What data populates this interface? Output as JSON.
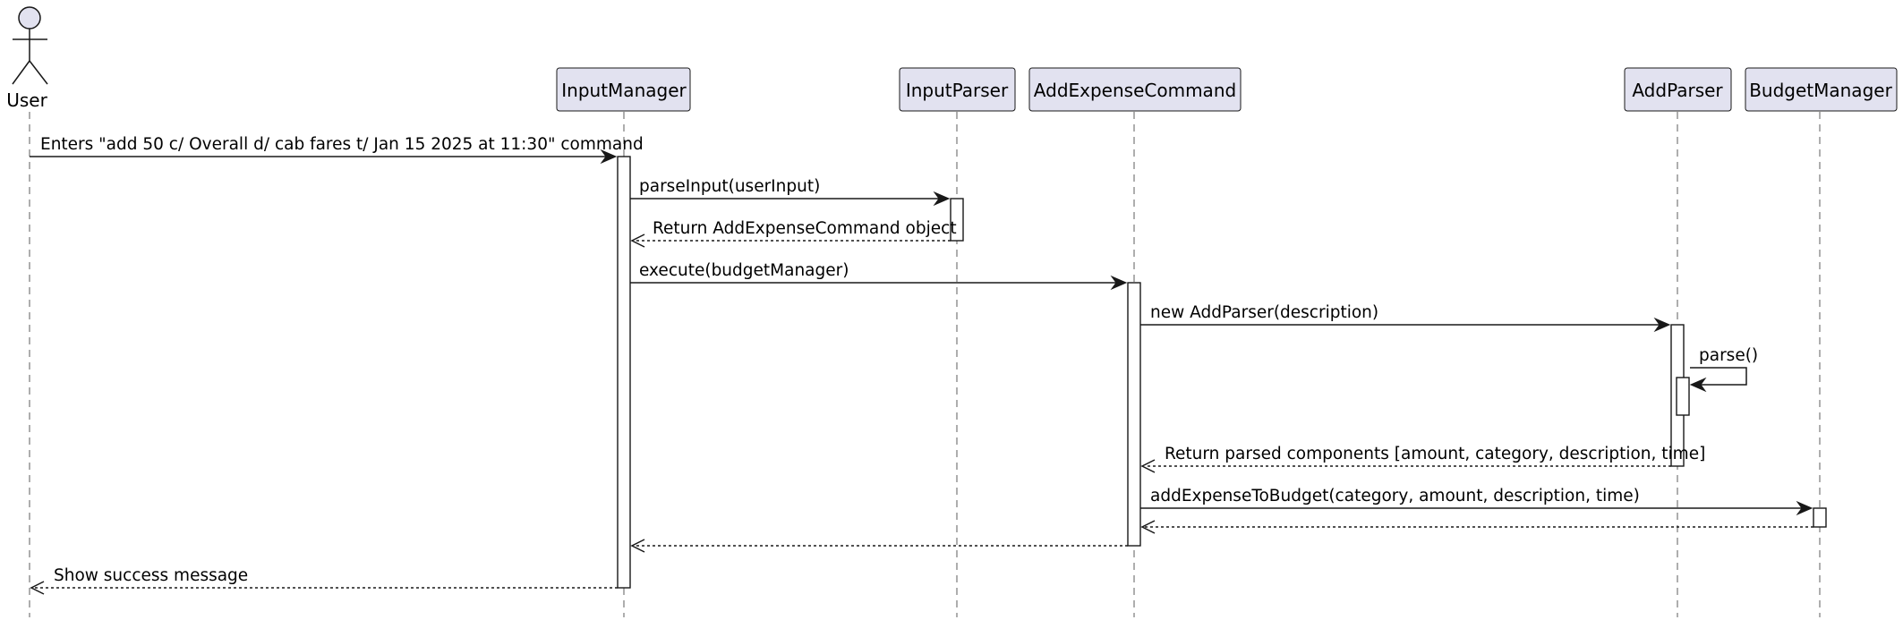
{
  "actor": {
    "label": "User"
  },
  "participants": [
    {
      "label": "InputManager"
    },
    {
      "label": "InputParser"
    },
    {
      "label": "AddExpenseCommand"
    },
    {
      "label": "AddParser"
    },
    {
      "label": "BudgetManager"
    }
  ],
  "messages": [
    {
      "label": "Enters \"add 50 c/ Overall d/ cab fares t/ Jan 15 2025 at 11:30\" command",
      "from": "User",
      "to": "InputManager",
      "kind": "sync"
    },
    {
      "label": "parseInput(userInput)",
      "from": "InputManager",
      "to": "InputParser",
      "kind": "sync"
    },
    {
      "label": "Return AddExpenseCommand object",
      "from": "InputParser",
      "to": "InputManager",
      "kind": "return"
    },
    {
      "label": "execute(budgetManager)",
      "from": "InputManager",
      "to": "AddExpenseCommand",
      "kind": "sync"
    },
    {
      "label": "new AddParser(description)",
      "from": "AddExpenseCommand",
      "to": "AddParser",
      "kind": "sync"
    },
    {
      "label": "parse()",
      "from": "AddParser",
      "to": "AddParser",
      "kind": "self"
    },
    {
      "label": "Return parsed components [amount, category, description, time]",
      "from": "AddParser",
      "to": "AddExpenseCommand",
      "kind": "return"
    },
    {
      "label": "addExpenseToBudget(category, amount, description, time)",
      "from": "AddExpenseCommand",
      "to": "BudgetManager",
      "kind": "sync"
    },
    {
      "label": "",
      "from": "BudgetManager",
      "to": "AddExpenseCommand",
      "kind": "return"
    },
    {
      "label": "",
      "from": "AddExpenseCommand",
      "to": "InputManager",
      "kind": "return"
    },
    {
      "label": "Show success message",
      "from": "InputManager",
      "to": "User",
      "kind": "return"
    }
  ]
}
